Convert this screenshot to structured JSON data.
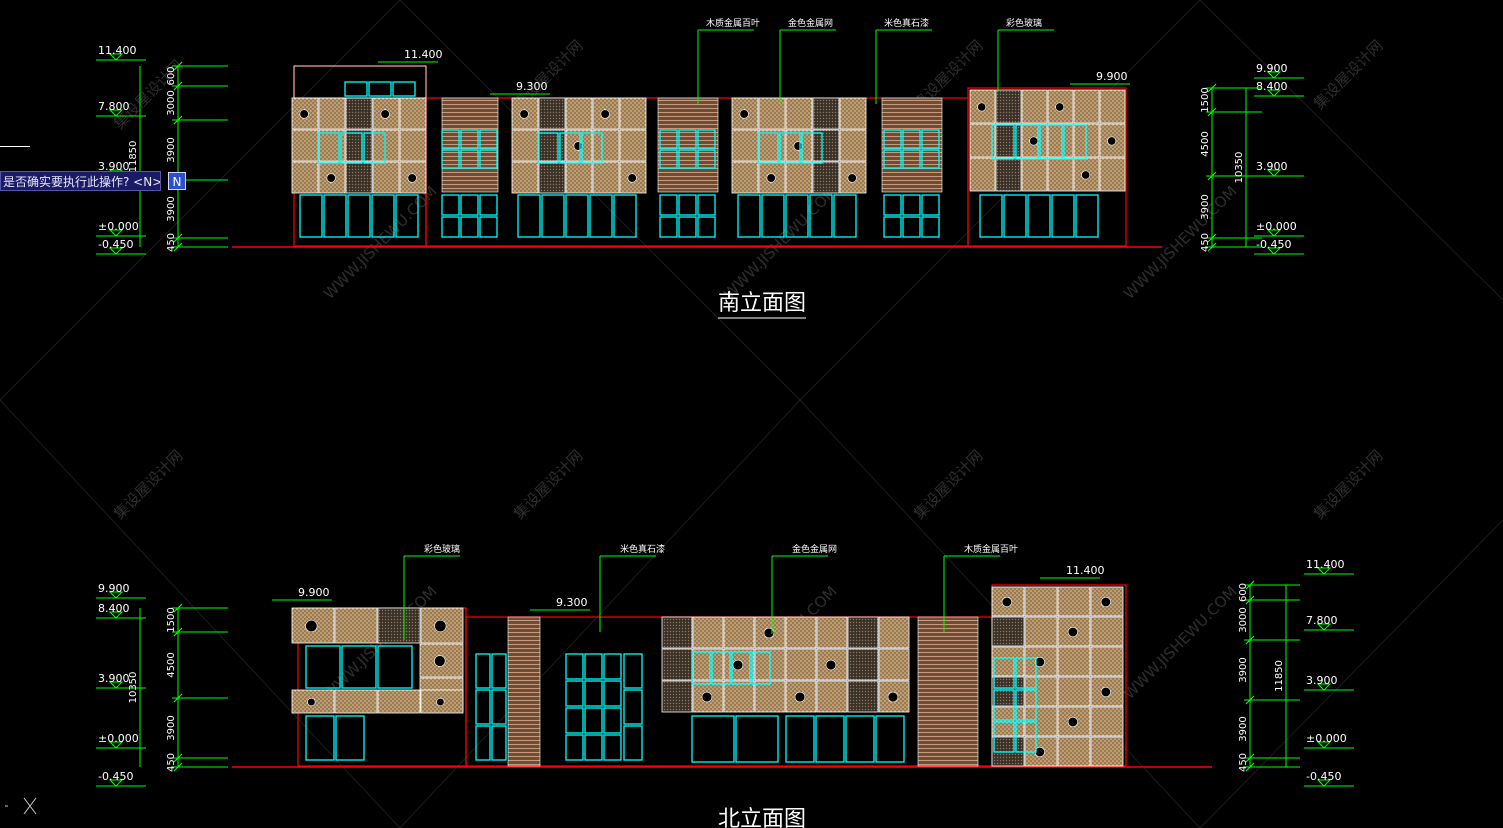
{
  "drawing": {
    "south_title": "南立面图",
    "north_title": "北立面图"
  },
  "south": {
    "levels_left": [
      "11.400",
      "7.800",
      "3.900",
      "±0.000",
      "-0.450"
    ],
    "dims_left": [
      "600",
      "3000",
      "3900",
      "3900",
      "450"
    ],
    "total_left": "11850",
    "levels_right": [
      "9.900",
      "8.400",
      "3.900",
      "±0.000",
      "-0.450"
    ],
    "dims_right": [
      "1500",
      "4500",
      "3900",
      "450"
    ],
    "total_right": "10350",
    "top_levels": [
      "11.400",
      "9.300",
      "9.900"
    ],
    "callouts": [
      "木质金属百叶",
      "金色金属网",
      "米色真石漆",
      "彩色玻璃"
    ]
  },
  "north": {
    "levels_left": [
      "9.900",
      "8.400",
      "3.900",
      "±0.000",
      "-0.450"
    ],
    "dims_left": [
      "1500",
      "4500",
      "3900",
      "450"
    ],
    "total_left": "10350",
    "levels_right": [
      "11.400",
      "7.800",
      "3.900",
      "±0.000",
      "-0.450"
    ],
    "dims_right": [
      "600",
      "3000",
      "3900",
      "3900",
      "450"
    ],
    "total_right": "11850",
    "top_levels": [
      "9.900",
      "9.300",
      "11.400"
    ],
    "callouts": [
      "彩色玻璃",
      "米色真石漆",
      "金色金属网",
      "木质金属百叶"
    ]
  },
  "command": {
    "prompt": "是否确实要执行此操作? <N>",
    "input": "N"
  },
  "watermark": {
    "cn": "集设屋设计网",
    "en": "WWW.JISHEWU.COM"
  },
  "colors": {
    "background": "#000000",
    "outline": "#ff0000",
    "glazing": "#00ffff",
    "panel": "#c8a27a",
    "dimension": "#00ff00",
    "text": "#ffffff"
  }
}
